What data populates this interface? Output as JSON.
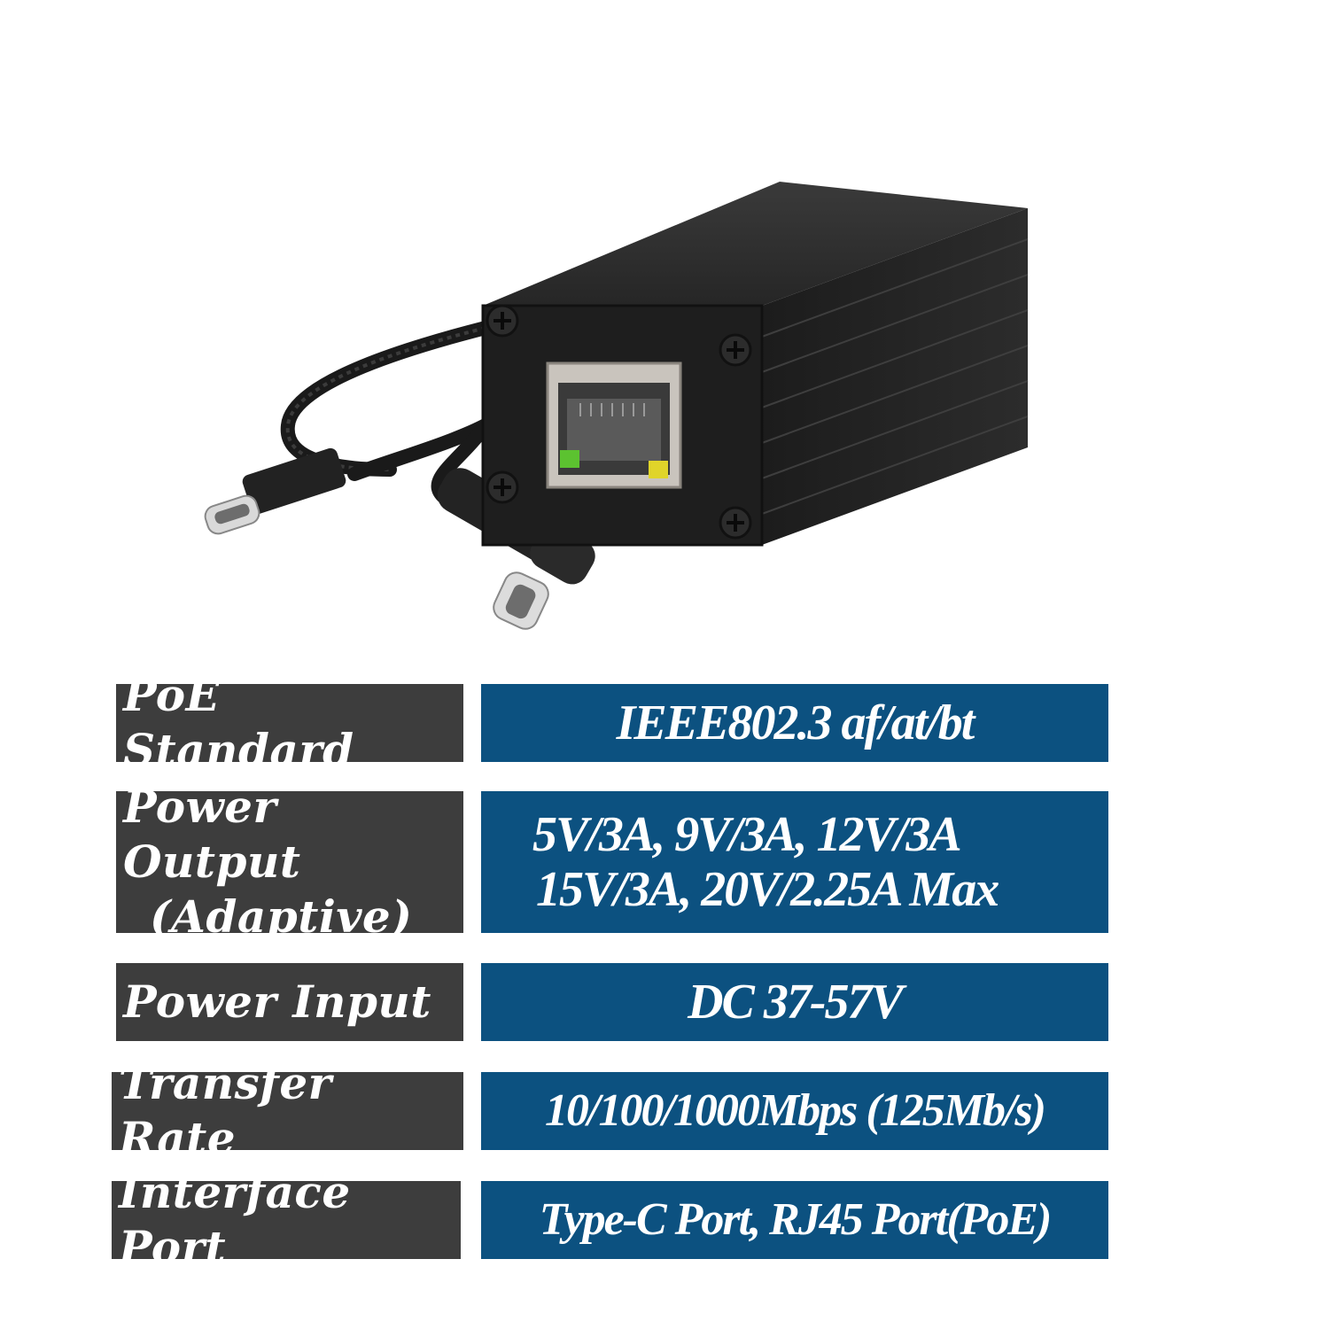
{
  "specs": [
    {
      "label": "PoE Standard",
      "value": "IEEE802.3 af/at/bt"
    },
    {
      "label_line1": "Power Output",
      "label_line2": "(Adaptive)",
      "value_line1": "5V/3A, 9V/3A, 12V/3A",
      "value_line2": "15V/3A, 20V/2.25A Max"
    },
    {
      "label": "Power Input",
      "value": "DC 37-57V"
    },
    {
      "label": "Transfer Rate",
      "value": "10/100/1000Mbps (125Mb/s)"
    },
    {
      "label": "Interface Port",
      "value": "Type-C Port, RJ45 Port(PoE)"
    }
  ],
  "colors": {
    "label_bg": "#3d3d3d",
    "value_bg": "#0c5180",
    "device_body": "#1e1e1e"
  }
}
